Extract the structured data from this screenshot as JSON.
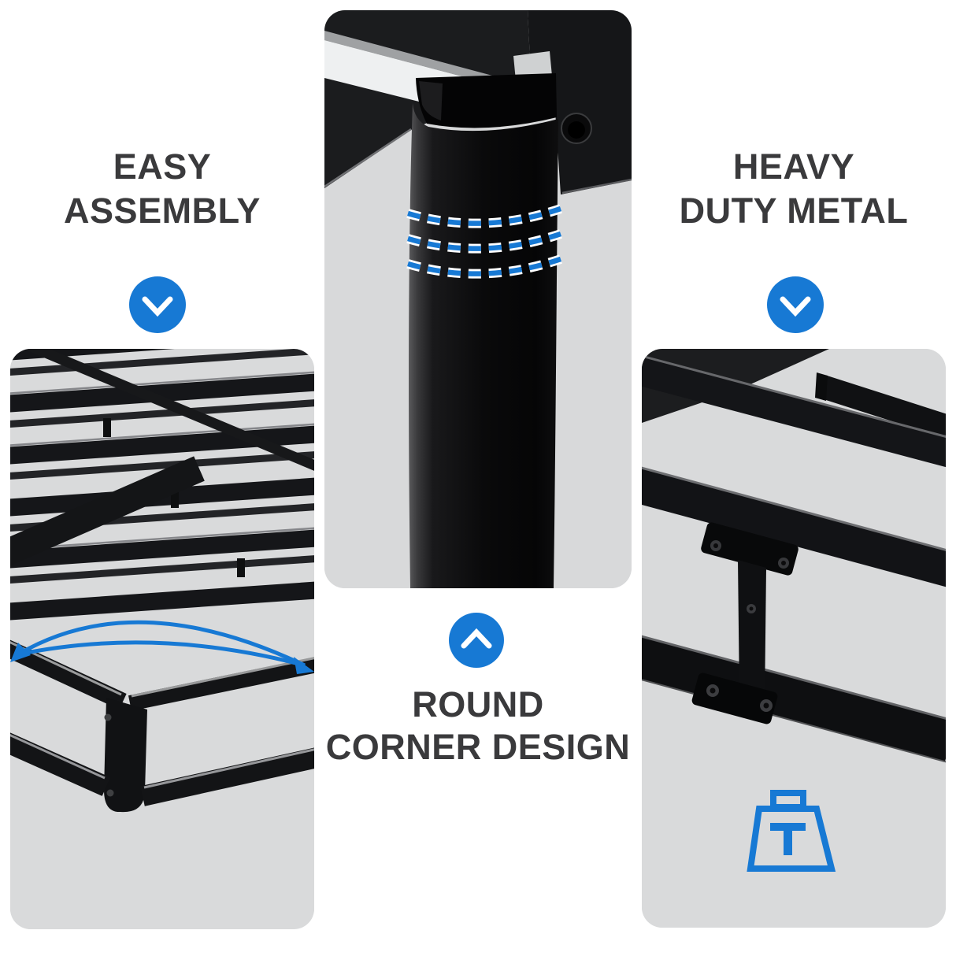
{
  "page": {
    "type": "product-feature-infographic",
    "background": "#ffffff"
  },
  "colors": {
    "accent_blue": "#1779d4",
    "heading_text": "#3a3a3c",
    "panel_background": "#d9dadb",
    "metal_dark": "#141518",
    "platform_highlight": "#eef0f1"
  },
  "features": {
    "easy_assembly": {
      "line1": "EASY",
      "line2": "ASSEMBLY",
      "pointer_icon": "chevron-down-circle"
    },
    "heavy_duty_metal": {
      "line1": "HEAVY",
      "line2": "DUTY METAL",
      "pointer_icon": "chevron-down-circle"
    },
    "round_corner_design": {
      "line1": "ROUND",
      "line2": "CORNER DESIGN",
      "pointer_icon": "chevron-up-circle"
    }
  },
  "panels": {
    "left": {
      "icon": "bed-frame-slats-photo",
      "annotation_icon": "curved-double-arrow"
    },
    "center": {
      "icon": "round-corner-leg-photo",
      "annotation_icon": "blue-dashed-bend-lines"
    },
    "right": {
      "icon": "frame-joint-photo",
      "annotation_icon": "ton-weight-icon"
    }
  }
}
